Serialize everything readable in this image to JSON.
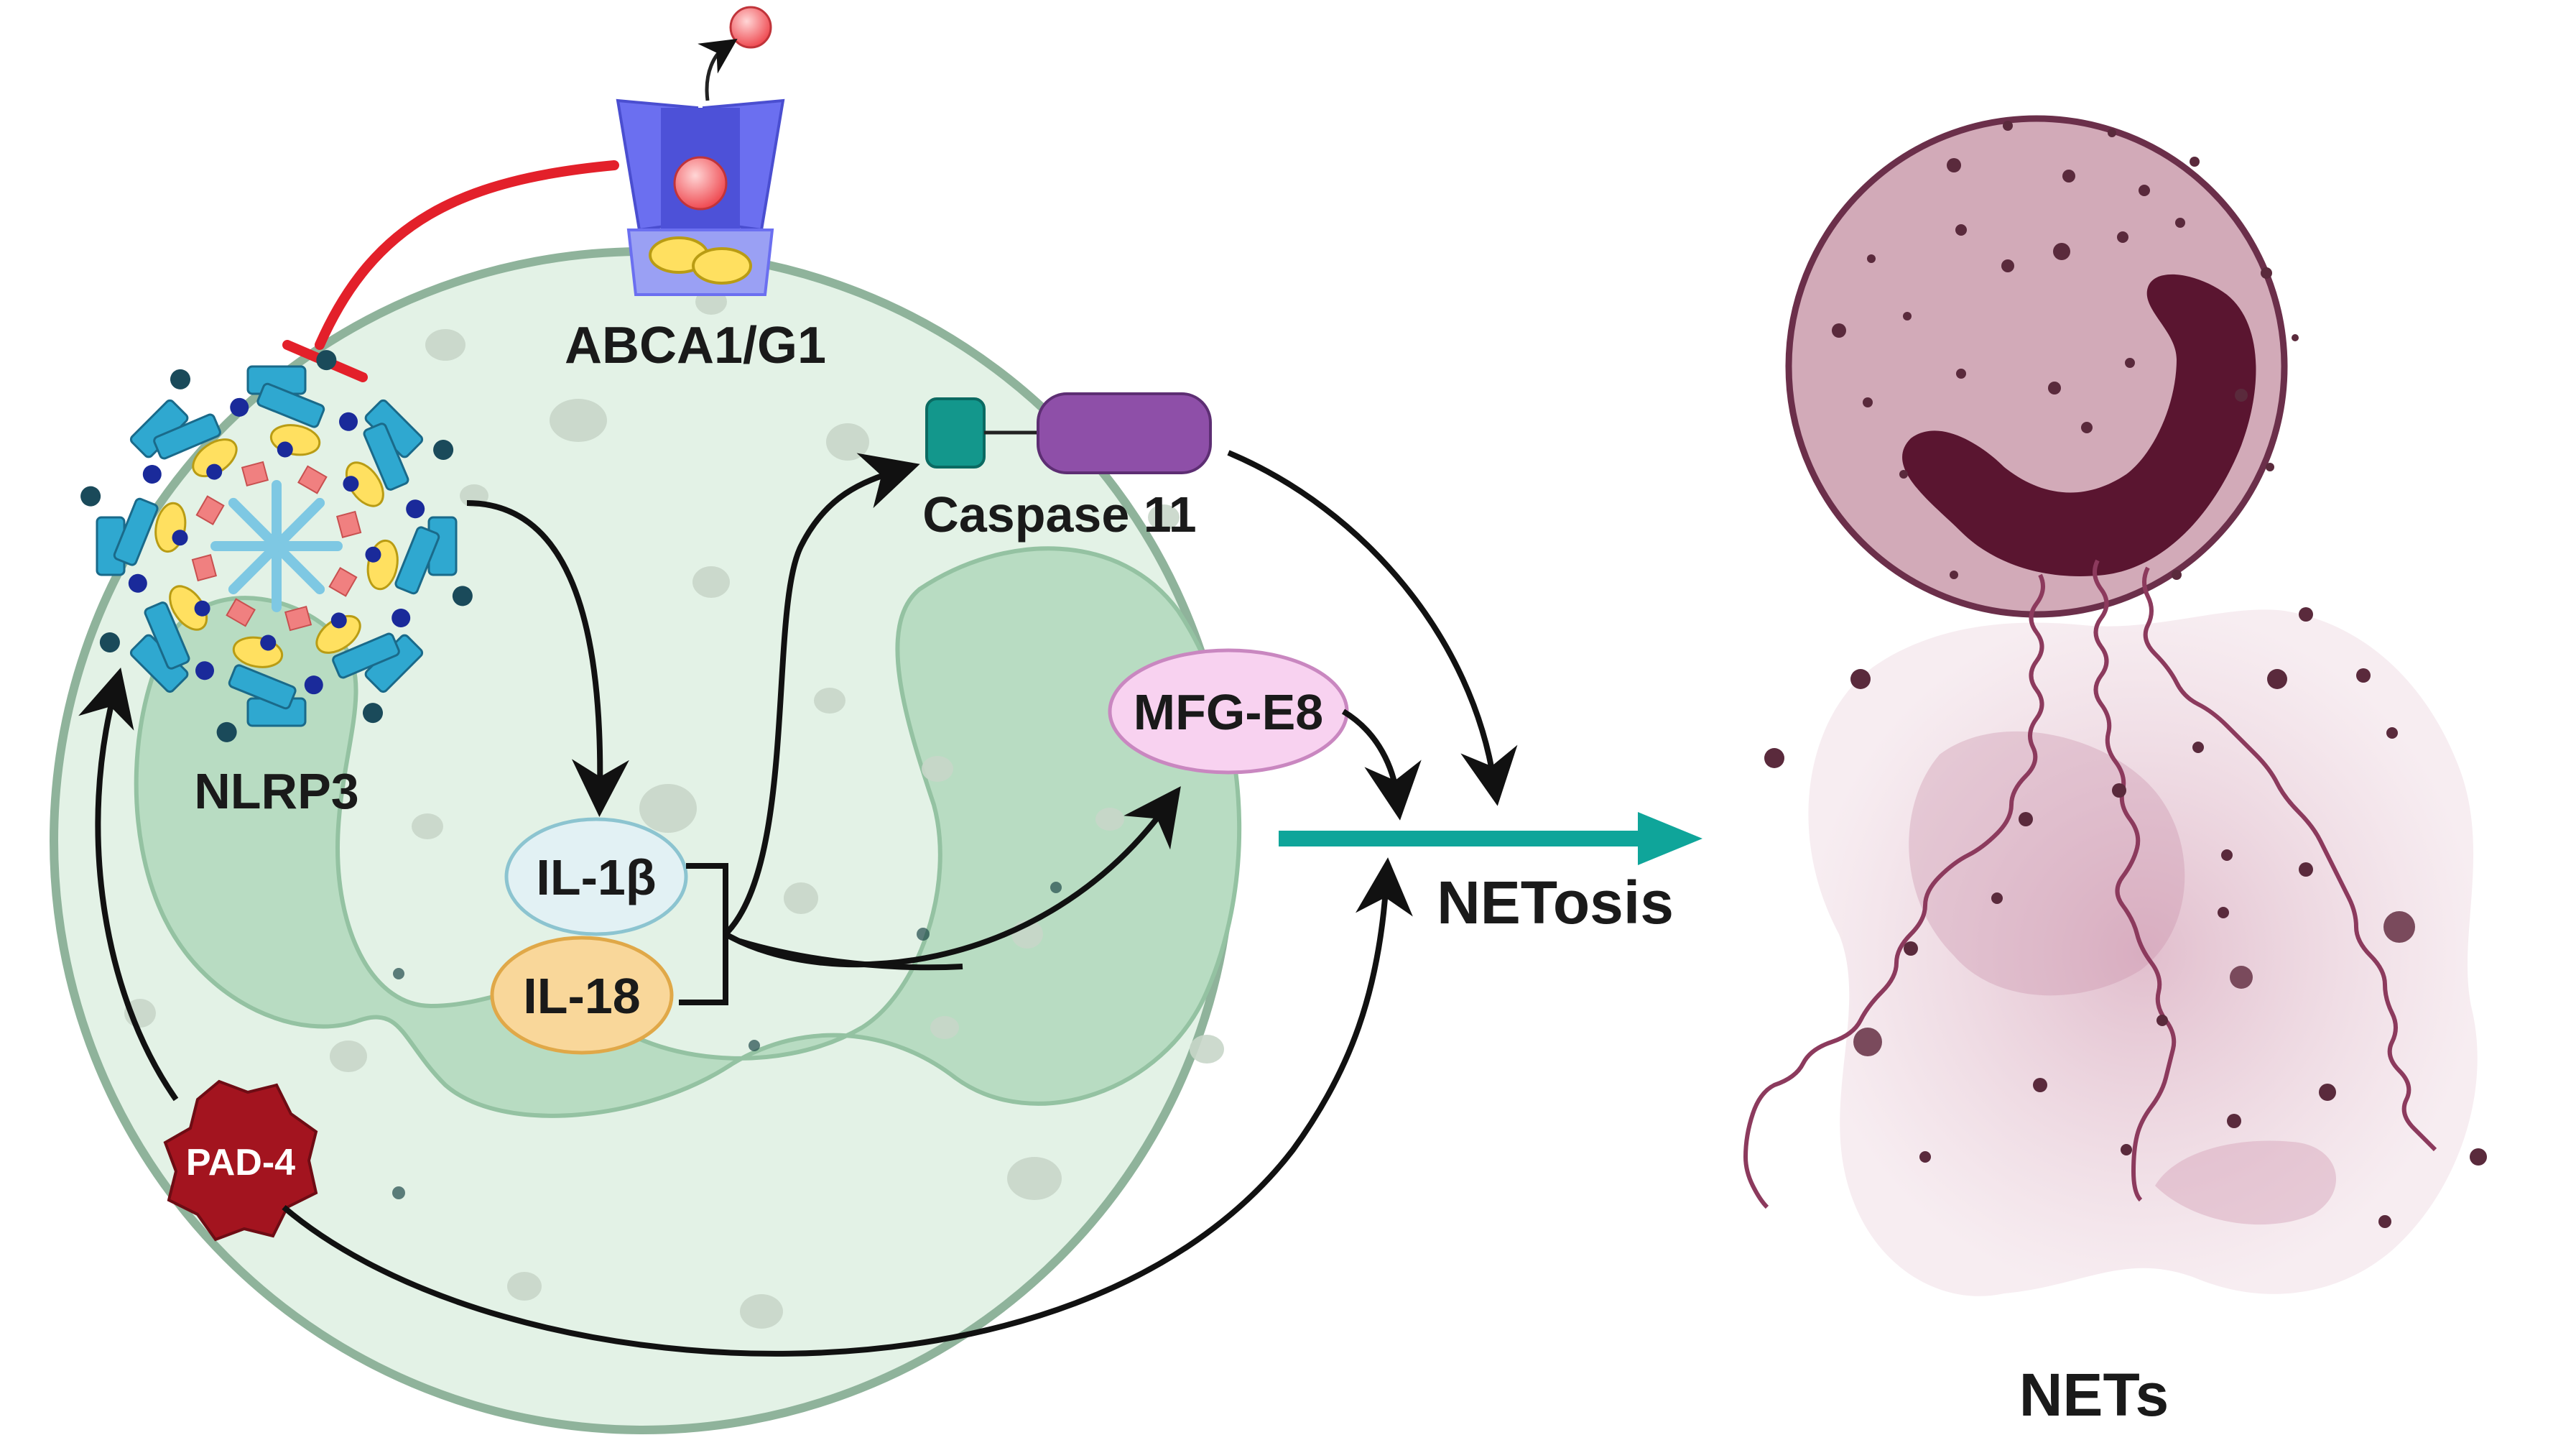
{
  "labels": {
    "transporter": "ABCA1/G1",
    "inflammasome": "NLRP3",
    "il1b": "IL-1β",
    "il18": "IL-18",
    "caspase": "Caspase 11",
    "mfge8": "MFG-E8",
    "pad4": "PAD-4",
    "netosis": "NETosis",
    "nets": "NETs"
  },
  "colors": {
    "cell_fill": "#e3f2e6",
    "cell_border": "#8fb39b",
    "nucleus_fill": "#b8dcc2",
    "inhibit_arrow": "#e3202a",
    "activate_arrow": "#111111",
    "netosis_arrow": "#0fa59a",
    "net_cell_fill": "#d2aab8",
    "net_cell_border": "#6b2f4a",
    "dna_strand": "#8c3a5d",
    "pad4": "#a3141f"
  },
  "icons": {
    "transporter": "membrane-transporter-icon",
    "inflammasome": "inflammasome-ring-icon",
    "caspase": "caspase-domain-icon"
  }
}
